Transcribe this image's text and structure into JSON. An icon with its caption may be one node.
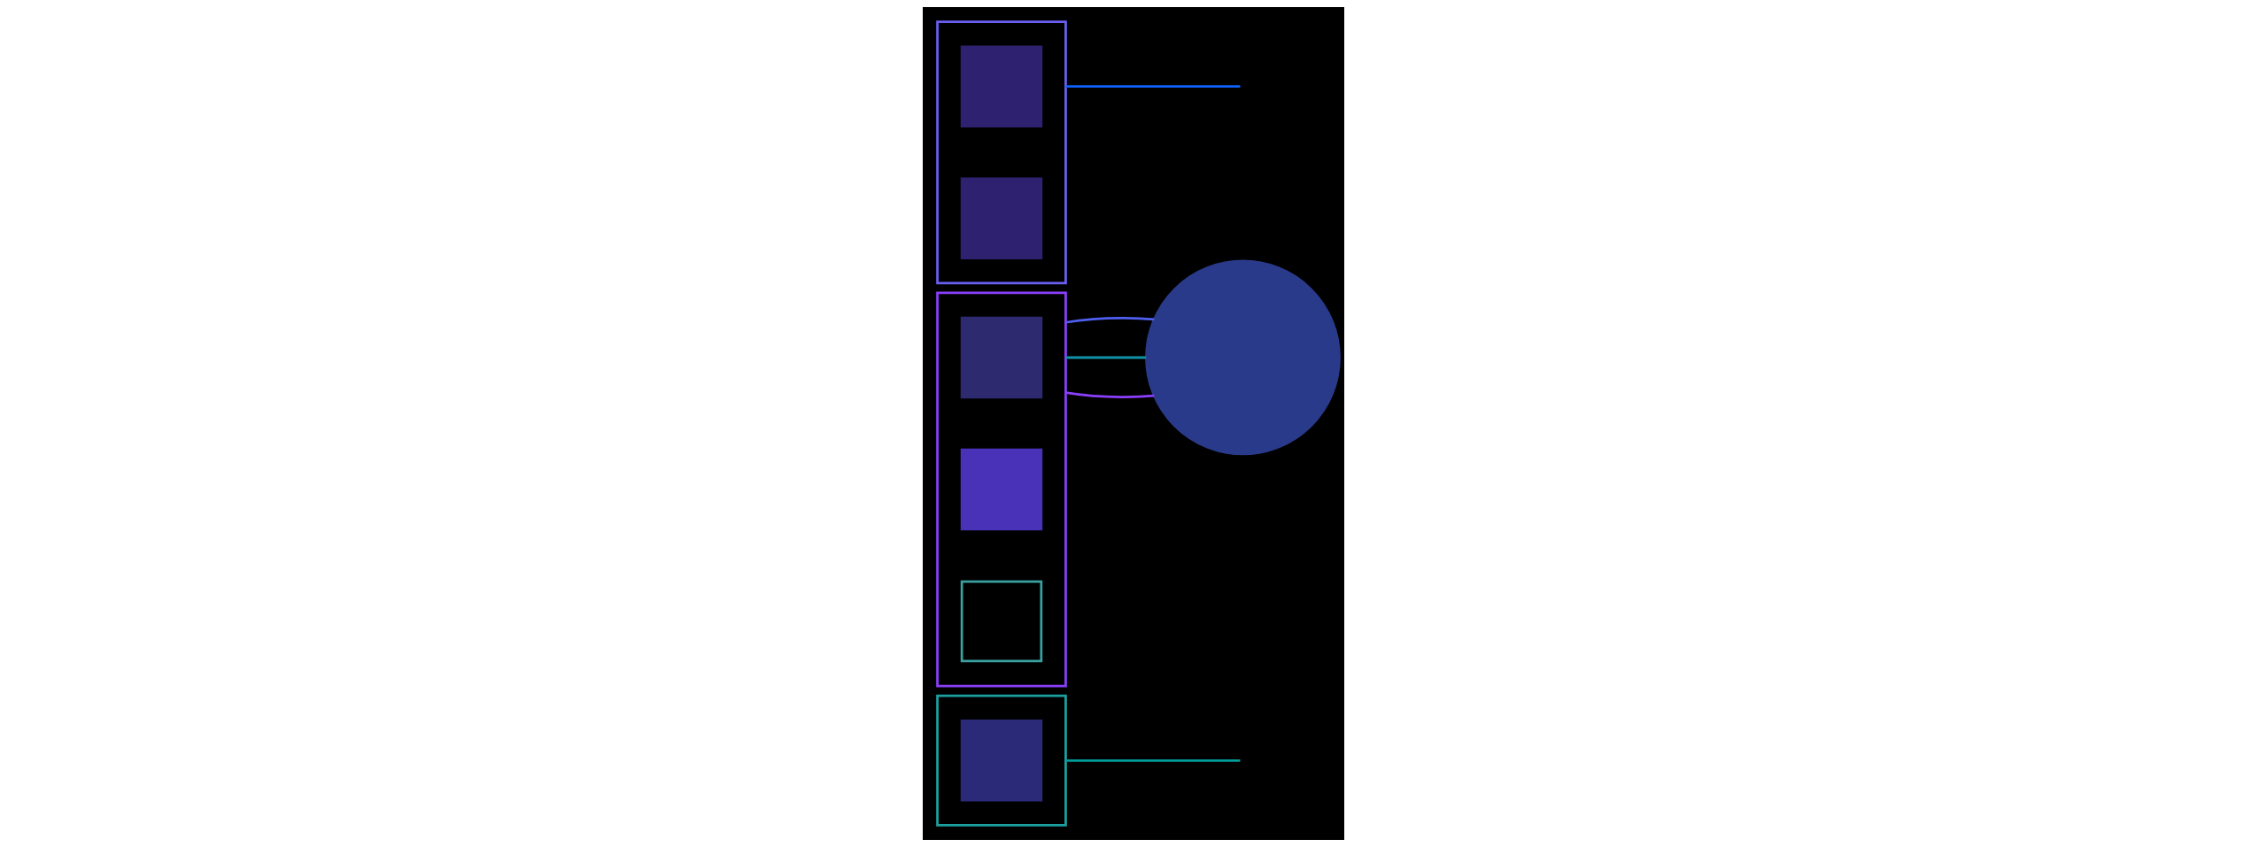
{
  "diagram": {
    "nodes": [
      {
        "text": [],
        "shape": "box"
      },
      {
        "text": [],
        "shape": "box",
        "in": 0
      },
      {
        "text": [],
        "shape": "box"
      },
      {
        "text": [],
        "shape": "box",
        "in": 2
      },
      {
        "text": [],
        "shape": "box",
        "in": 2
      },
      {
        "text": [],
        "shape": "box",
        "in": 2
      },
      {
        "text": [],
        "shape": "box"
      },
      {
        "text": [],
        "shape": "box",
        "in": 6
      },
      {
        "text": [],
        "shape": "box",
        "in": 6
      },
      {
        "text": [],
        "shape": "person"
      }
    ],
    "edges": [
      {
        "from": 0,
        "to": null,
        "arrow": "none",
        "color": "#009d9a"
      },
      {
        "from": 6,
        "to": null,
        "arrow": "none",
        "color": "#0f62fe"
      },
      {
        "from": 2,
        "to": 9,
        "arrow": "none",
        "color": "#8a3ffc"
      },
      {
        "from": 2,
        "to": 9,
        "arrow": "none",
        "color": "#1192a8"
      },
      {
        "from": 2,
        "to": 9,
        "arrow": "none",
        "color": "#4f5ff0"
      }
    ]
  }
}
